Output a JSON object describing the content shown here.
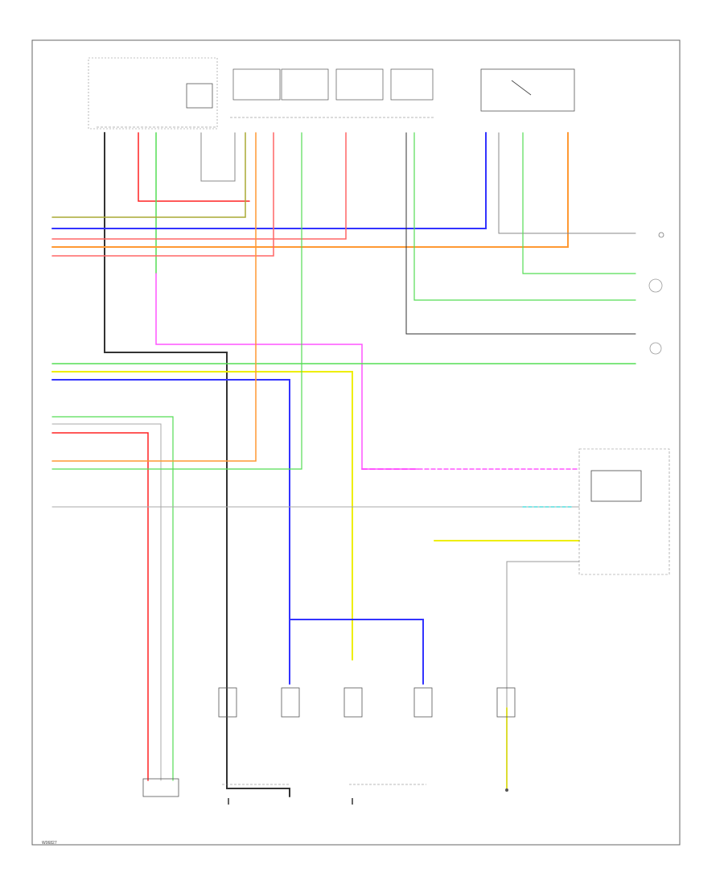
{
  "figure_id": "W06827",
  "colors": {
    "background": "#ffffff",
    "frame": "#666666",
    "wire_black": "#333333",
    "wire_blue": "#3333ff",
    "wire_red": "#ff2222",
    "wire_green": "#55dd55",
    "wire_orange": "#ff9933",
    "wire_olive": "#aaaa33",
    "wire_pink": "#ff55ff",
    "wire_yellow": "#eeee00",
    "wire_gray": "#999999",
    "wire_cyan": "#55dddd",
    "wire_salmon": "#ff6666"
  },
  "components": [
    {
      "id": "top-component-a",
      "icon": "component-icon"
    },
    {
      "id": "top-relay-1",
      "icon": "relay-icon"
    },
    {
      "id": "top-relay-2",
      "icon": "relay-icon"
    },
    {
      "id": "top-relay-3",
      "icon": "relay-icon"
    },
    {
      "id": "top-relay-4",
      "icon": "relay-icon"
    },
    {
      "id": "switch-box",
      "icon": "switch-icon"
    },
    {
      "id": "combination-meter",
      "icon": "meter-icon"
    },
    {
      "id": "sensor-1",
      "icon": "sensor-icon"
    },
    {
      "id": "sensor-2",
      "icon": "sensor-icon"
    },
    {
      "id": "sensor-3",
      "icon": "sensor-icon"
    },
    {
      "id": "sensor-4",
      "icon": "sensor-icon"
    },
    {
      "id": "sensor-5",
      "icon": "sensor-icon"
    },
    {
      "id": "connector-bottom-left",
      "icon": "connector-icon"
    },
    {
      "id": "lamp-1",
      "icon": "lamp-icon"
    },
    {
      "id": "lamp-2",
      "icon": "lamp-icon"
    },
    {
      "id": "lamp-3",
      "icon": "lamp-icon"
    }
  ]
}
